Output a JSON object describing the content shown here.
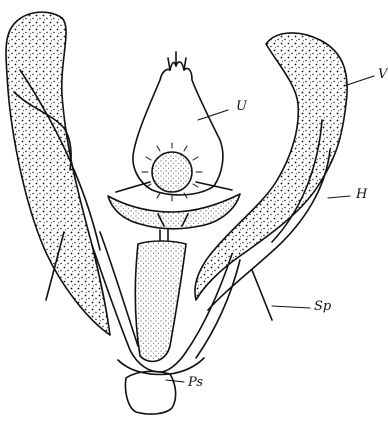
{
  "labels": {
    "uncus": "U",
    "valva": "V",
    "harpe": "H",
    "spine": "Sp",
    "penis_sheath": "Ps"
  },
  "colors": {
    "ink": "#111111",
    "background": "#ffffff"
  }
}
